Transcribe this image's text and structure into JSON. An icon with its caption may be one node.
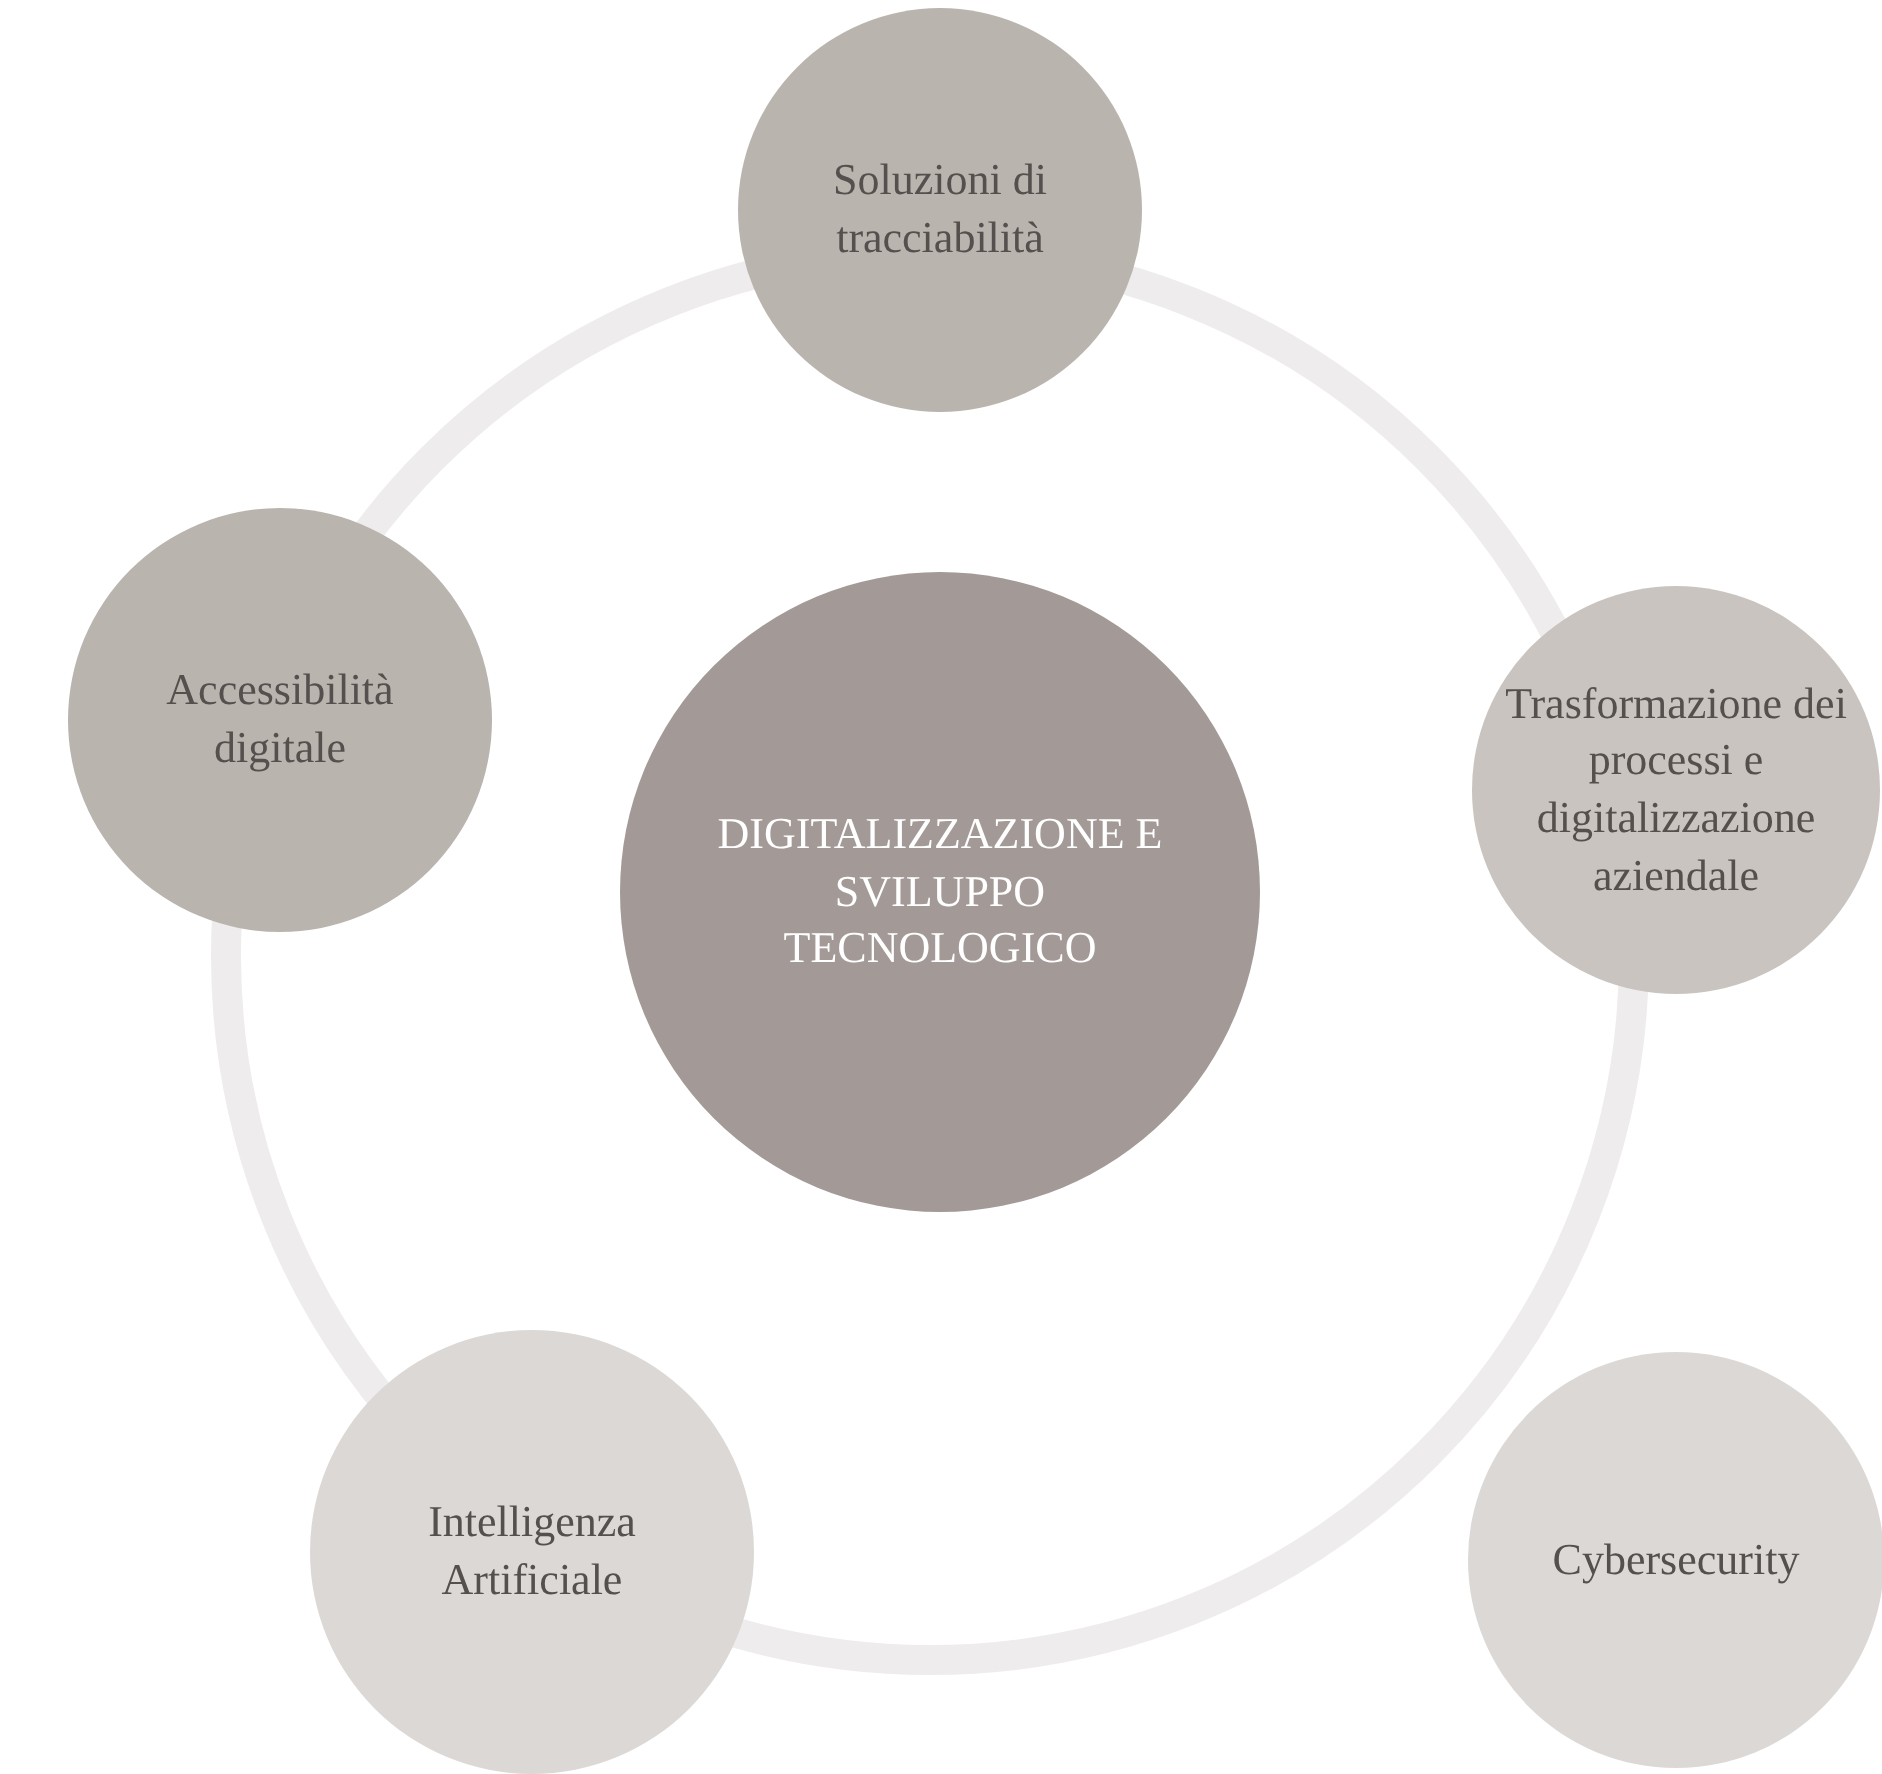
{
  "diagram": {
    "nodes": [
      {
        "text": [
          "Soluzioni di tracciabilità"
        ]
      },
      {
        "text": [
          "Accessibilità digitale"
        ]
      },
      {
        "text": [
          "Trasformazione dei processi e digitalizzazione aziendale"
        ]
      },
      {
        "text": [
          "DIGITALIZZAZIONE E SVILUPPO TECNOLOGICO"
        ]
      },
      {
        "text": [
          "Intelligenza Artificiale"
        ]
      },
      {
        "text": [
          "Cybersecurity"
        ]
      }
    ]
  }
}
